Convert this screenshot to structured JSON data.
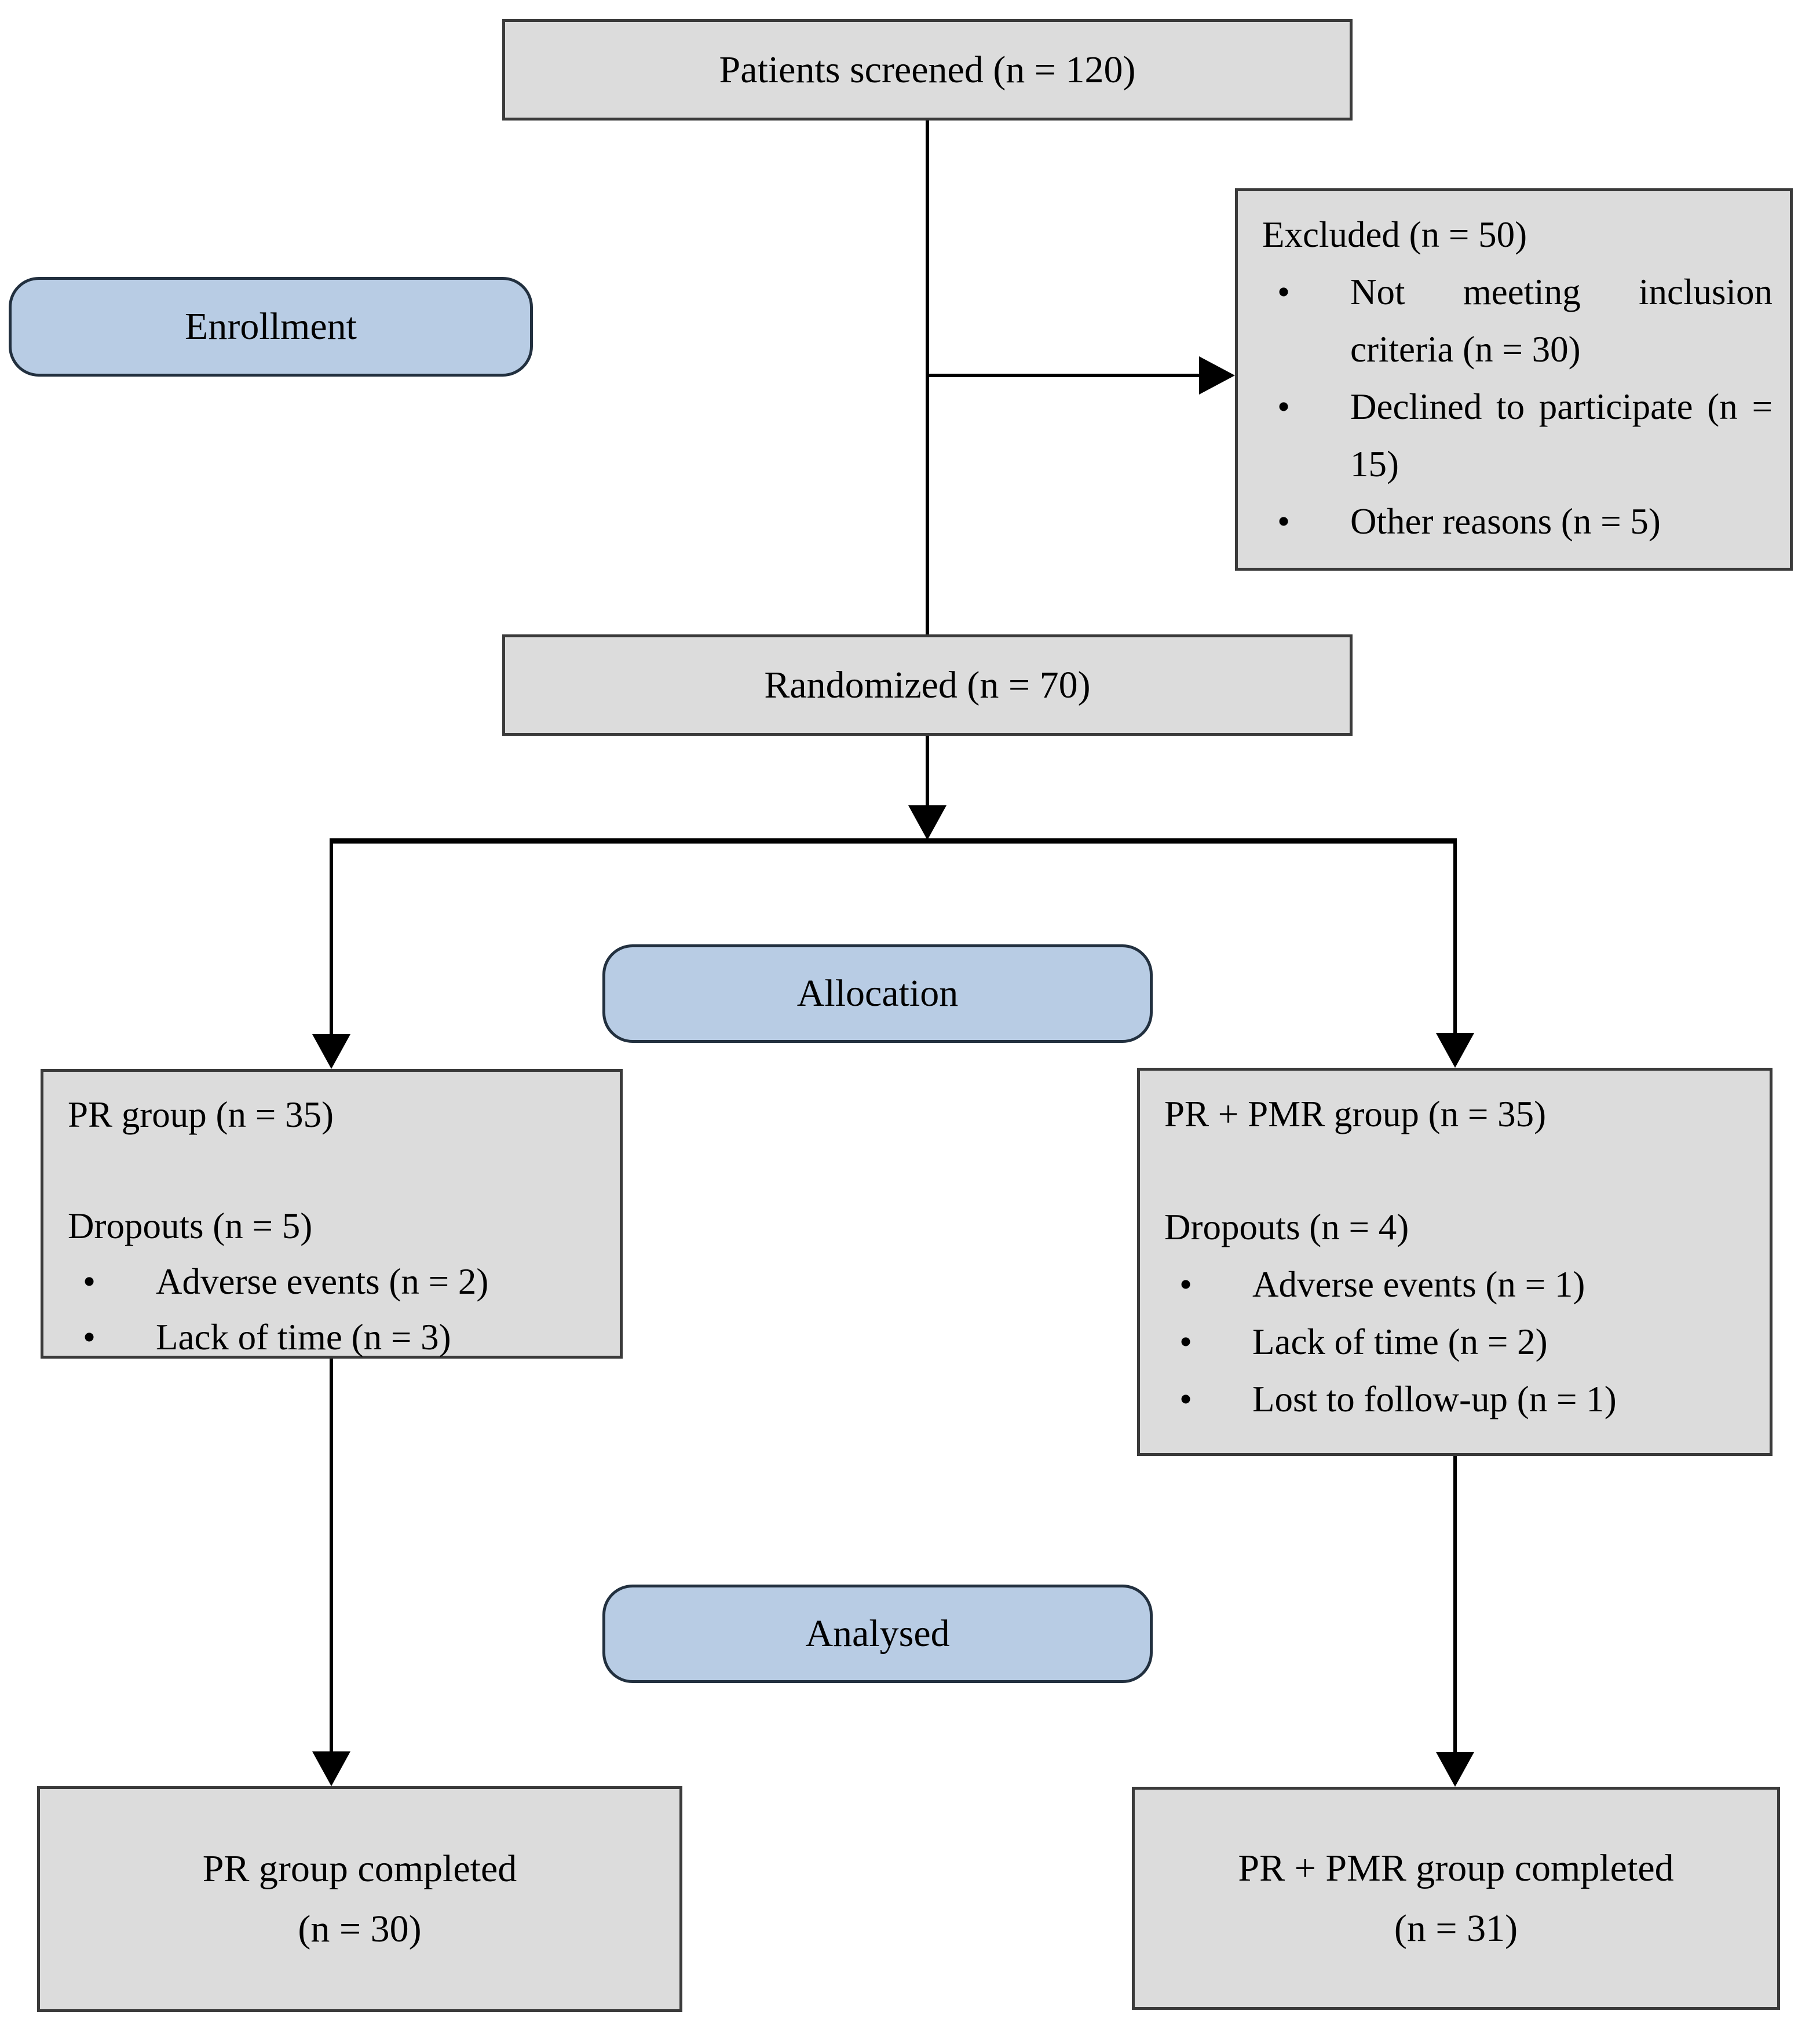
{
  "palette": {
    "box_fill": "#dcdcdc",
    "box_border": "#3a3a3a",
    "stage_fill": "#b8cce4",
    "stage_border": "#22303f",
    "line_color": "#000000",
    "text_color": "#000000"
  },
  "flowchart": {
    "bullet": "•",
    "screened": {
      "label": "Patients screened (n = 120)"
    },
    "stages": {
      "enrollment": "Enrollment",
      "allocation": "Allocation",
      "analysed": "Analysed"
    },
    "excluded": {
      "title": "Excluded (n = 50)",
      "items": [
        "Not meeting inclusion criteria (n = 30)",
        "Declined to participate (n = 15)",
        "Other reasons (n = 5)"
      ]
    },
    "randomized": {
      "label": "Randomized (n = 70)"
    },
    "pr_group": {
      "title": "PR group (n = 35)",
      "dropouts": "Dropouts (n = 5)",
      "items": [
        "Adverse events (n = 2)",
        "Lack of time (n = 3)"
      ]
    },
    "pr_pmr_group": {
      "title": "PR + PMR group (n = 35)",
      "dropouts": "Dropouts (n = 4)",
      "items": [
        "Adverse events (n = 1)",
        "Lack of time (n = 2)",
        "Lost to follow-up (n = 1)"
      ]
    },
    "pr_completed": {
      "line1": "PR group completed",
      "line2": "(n = 30)"
    },
    "pr_pmr_completed": {
      "line1": "PR + PMR group completed",
      "line2": "(n = 31)"
    }
  }
}
